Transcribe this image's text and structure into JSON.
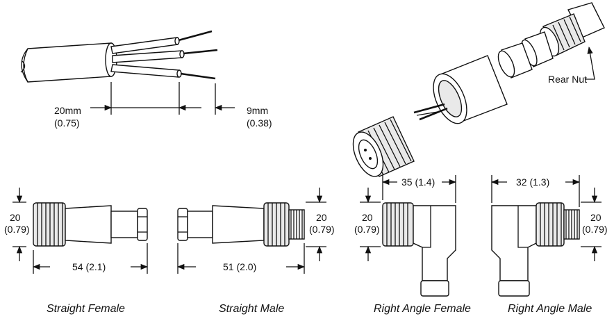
{
  "cable": {
    "dim_20mm": "20mm",
    "dim_20in": "(0.75)",
    "dim_9mm": "9mm",
    "dim_9in": "(0.38)"
  },
  "assembly": {
    "rear_nut": "Rear Nut"
  },
  "connectors": [
    {
      "caption": "Straight Female",
      "len": "54 (2.1)",
      "dia": "20",
      "dia_in": "(0.79)"
    },
    {
      "caption": "Straight Male",
      "len": "51 (2.0)",
      "dia": "20",
      "dia_in": "(0.79)"
    },
    {
      "caption": "Right Angle Female",
      "len": "35 (1.4)",
      "dia": "20",
      "dia_in": "(0.79)"
    },
    {
      "caption": "Right Angle Male",
      "len": "32 (1.3)",
      "dia": "20",
      "dia_in": "(0.79)"
    }
  ]
}
